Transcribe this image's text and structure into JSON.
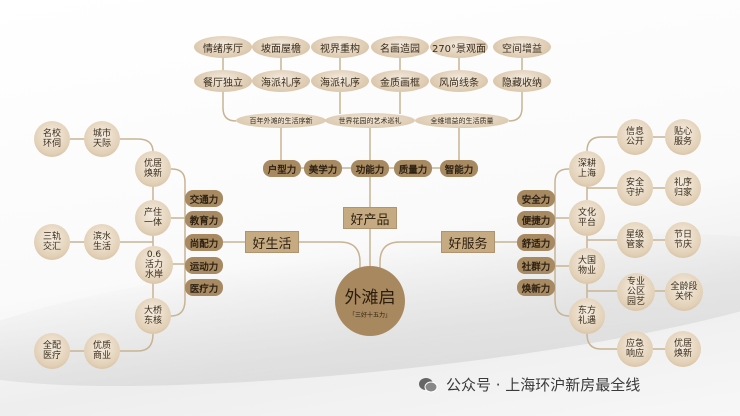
{
  "top_row": [
    "情绪序厅",
    "坡面屋檐",
    "视界重构",
    "名画造园",
    "270°景观面",
    "空间增益"
  ],
  "second_row": [
    "餐厅独立",
    "海派礼序",
    "海派礼序",
    "金质画框",
    "风尚线条",
    "隐藏收纳"
  ],
  "banners": [
    "百年外滩的生活序新",
    "世界花园的艺术巡礼",
    "全维增益的生活质量"
  ],
  "product_powers": [
    "户型力",
    "美学力",
    "功能力",
    "质量力",
    "智能力"
  ],
  "categories": {
    "product": "好产品",
    "life": "好生活",
    "service": "好服务"
  },
  "center": {
    "title": "外滩启",
    "subtitle": "「三好十五力」"
  },
  "life_powers": [
    "交通力",
    "教育力",
    "尚配力",
    "运动力",
    "医疗力"
  ],
  "service_powers": [
    "安全力",
    "便捷力",
    "舒适力",
    "社群力",
    "焕新力"
  ],
  "life_nodes": [
    "名校\n环伺",
    "城市\n天际",
    "优居\n焕新",
    "产住\n一体",
    "三轨\n交汇",
    "滨水\n生活",
    "0.6\n活力\n水岸",
    "大桥\n东核",
    "全配\n医疗",
    "优质\n商业"
  ],
  "service_nodes": [
    "深耕\n上海",
    "信息\n公开",
    "贴心\n服务",
    "文化\n平台",
    "安全\n守护",
    "礼序\n归家",
    "大国\n物业",
    "星级\n管家",
    "节日\n节庆",
    "专业\n公区\n园艺",
    "全龄段\n关怀",
    "东方\n礼遇",
    "应急\n响应",
    "优居\n焕新"
  ],
  "footer": {
    "text": "公众号 · 上海环沪新房最全线",
    "icon": "wechat-icon"
  },
  "colors": {
    "line": "#c8b494",
    "pill": "#a78a62",
    "box": "#c6aa82",
    "center": "#a8895f"
  }
}
